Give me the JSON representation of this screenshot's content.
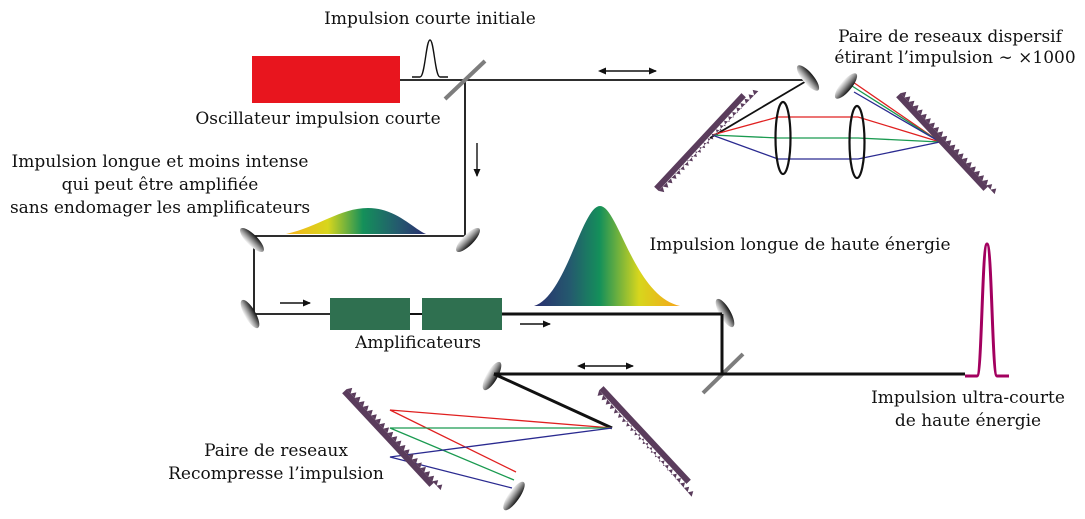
{
  "labels": {
    "initial_pulse": "Impulsion courte initiale",
    "oscillator": "Oscillateur impulsion courte",
    "stretcher_line1": "Paire de reseaux dispersif",
    "stretcher_line2": "étirant l’impulsion ∼ ×1000",
    "long_pulse_line1": "Impulsion longue et moins intense",
    "long_pulse_line2": "qui peut être amplifiée",
    "long_pulse_line3": "sans endomager les amplificateurs",
    "high_energy_long": "Impulsion longue de haute énergie",
    "amplifiers": "Amplificateurs",
    "ultrashort_line1": "Impulsion ultra-courte",
    "ultrashort_line2": "de haute énergie",
    "compressor_line1": "Paire de reseaux",
    "compressor_line2": "Recompresse l’impulsion"
  },
  "colors": {
    "oscillator": "#e8151e",
    "amplifier": "#2f7050",
    "grating": "#5a3c5c",
    "ultrashort_pulse": "#a3005f",
    "ray_red": "#e02020",
    "ray_green": "#1a9a50",
    "ray_blue": "#2a2a90"
  }
}
